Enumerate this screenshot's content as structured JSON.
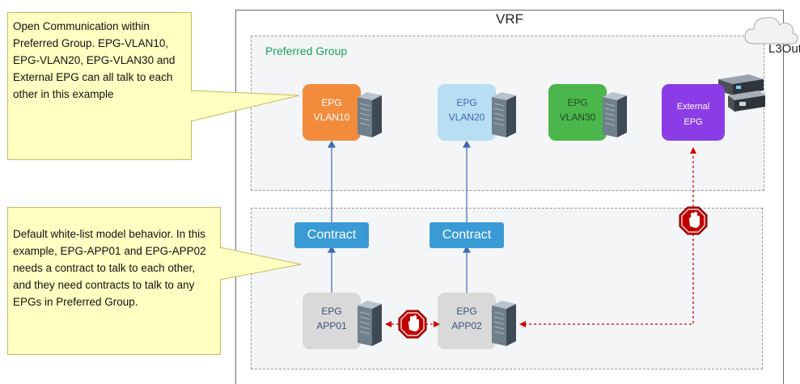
{
  "vrf_label": "VRF",
  "preferred_group_label": "Preferred Group",
  "l3out_label": "L3Out",
  "epgs": {
    "vlan10": "EPG\nVLAN10",
    "vlan20": "EPG\nVLAN20",
    "vlan30": "EPG\nVLAN30",
    "external": "External\nEPG",
    "app01": "EPG\nAPP01",
    "app02": "EPG\nAPP02"
  },
  "contracts": [
    "Contract",
    "Contract"
  ],
  "callouts": {
    "top": "Open Communication within Preferred Group. EPG-VLAN10, EPG-VLAN20, EPG-VLAN30 and External EPG can all talk to each other in this example",
    "bottom": "Default white-list model behavior. In this example, EPG-APP01 and EPG-APP02 needs a contract to talk to each other, and they need contracts to talk to any EPGs in Preferred Group."
  },
  "colors": {
    "vlan10": "#f28c3c",
    "vlan20": "#b7def2",
    "vlan30": "#4bb64b",
    "external": "#8c3ce6",
    "app": "#d9d9d9",
    "contract": "#3a9ad6",
    "preferred_group_text": "#1aa35a",
    "blocked_line": "#cc0000",
    "allowed_line": "#3c6bb4"
  },
  "icons": [
    "server-icon",
    "stop-hand-icon",
    "cloud-icon",
    "router-icon"
  ]
}
